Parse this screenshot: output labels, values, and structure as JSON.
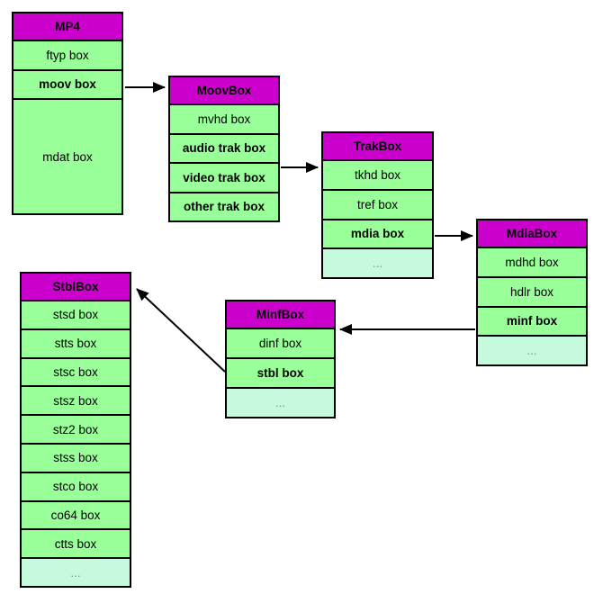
{
  "boxes": [
    {
      "id": "mp4",
      "title": "MP4",
      "rows": [
        {
          "label": "ftyp box"
        },
        {
          "label": "moov box",
          "bold": true
        },
        {
          "label": "mdat box"
        }
      ]
    },
    {
      "id": "moov",
      "title": "MoovBox",
      "rows": [
        {
          "label": "mvhd box"
        },
        {
          "label": "audio trak box",
          "bold": true
        },
        {
          "label": "video trak box",
          "bold": true
        },
        {
          "label": "other trak box",
          "bold": true
        }
      ]
    },
    {
      "id": "trak",
      "title": "TrakBox",
      "rows": [
        {
          "label": "tkhd box"
        },
        {
          "label": "tref box"
        },
        {
          "label": "mdia box",
          "bold": true
        },
        {
          "label": "...",
          "muted": true
        }
      ]
    },
    {
      "id": "mdia",
      "title": "MdiaBox",
      "rows": [
        {
          "label": "mdhd box"
        },
        {
          "label": "hdlr box"
        },
        {
          "label": "minf box",
          "bold": true
        },
        {
          "label": "...",
          "muted": true
        }
      ]
    },
    {
      "id": "minf",
      "title": "MinfBox",
      "rows": [
        {
          "label": "dinf box"
        },
        {
          "label": "stbl box",
          "bold": true
        },
        {
          "label": "...",
          "muted": true
        }
      ]
    },
    {
      "id": "stbl",
      "title": "StblBox",
      "rows": [
        {
          "label": "stsd box"
        },
        {
          "label": "stts box"
        },
        {
          "label": "stsc box"
        },
        {
          "label": "stsz box"
        },
        {
          "label": "stz2 box"
        },
        {
          "label": "stss box"
        },
        {
          "label": "stco box"
        },
        {
          "label": "co64 box"
        },
        {
          "label": "ctts box"
        },
        {
          "label": "...",
          "muted": true
        }
      ]
    }
  ],
  "connections": [
    {
      "from": "mp4 / moov box",
      "to": "MoovBox"
    },
    {
      "from": "moov / trak boxes",
      "to": "TrakBox"
    },
    {
      "from": "trak / mdia box",
      "to": "MdiaBox"
    },
    {
      "from": "mdia / minf box",
      "to": "MinfBox"
    },
    {
      "from": "minf / stbl box",
      "to": "StblBox"
    }
  ],
  "colors": {
    "header": "#cc00cc",
    "row": "#99ff99",
    "muted_row": "#c5fadc",
    "border": "#000000",
    "muted_text": "#77a08e",
    "background": "#ffffff"
  }
}
